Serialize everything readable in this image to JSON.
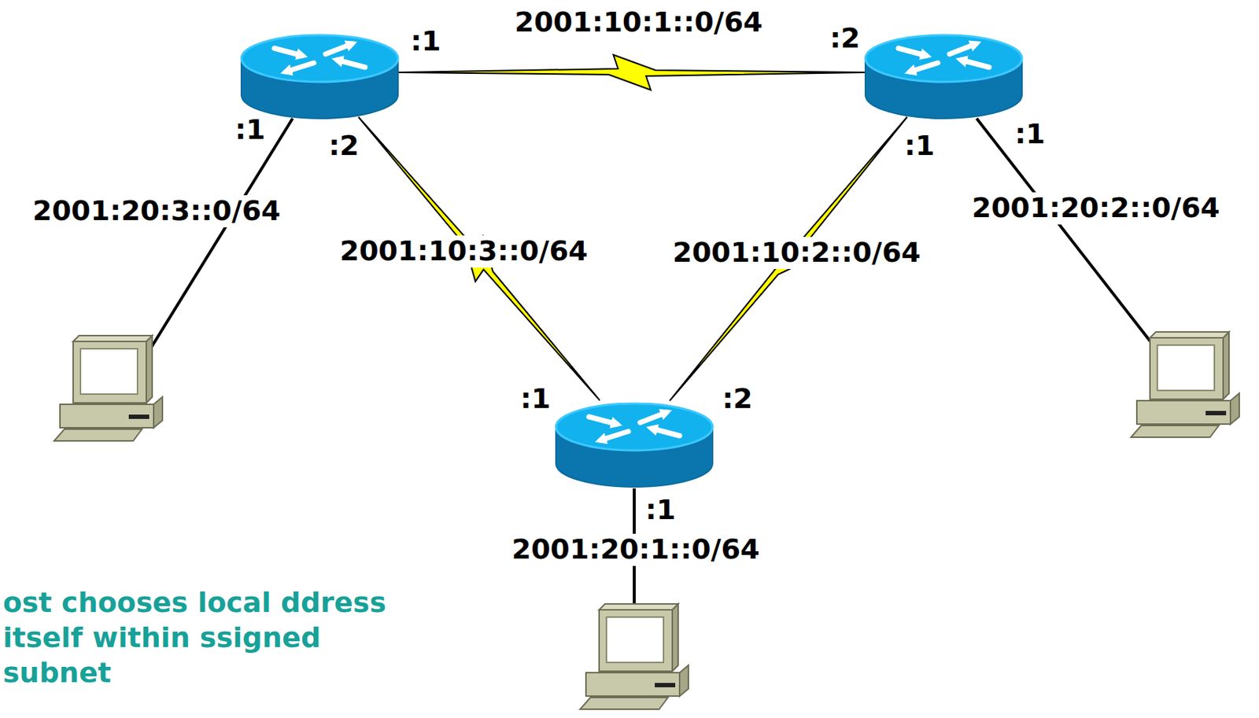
{
  "diagram": {
    "labels": [
      "2001:10:1::0/64",
      ":1",
      ":2",
      ":1",
      ":2",
      ":1",
      ":1",
      "2001:20:3::0/64",
      "2001:10:3::0/64",
      "2001:10:2::0/64",
      "2001:20:2::0/64",
      ":1",
      ":2",
      ":1",
      "2001:20:1::0/64",
      "ost chooses local ddress itself within ssigned subnet"
    ]
  }
}
